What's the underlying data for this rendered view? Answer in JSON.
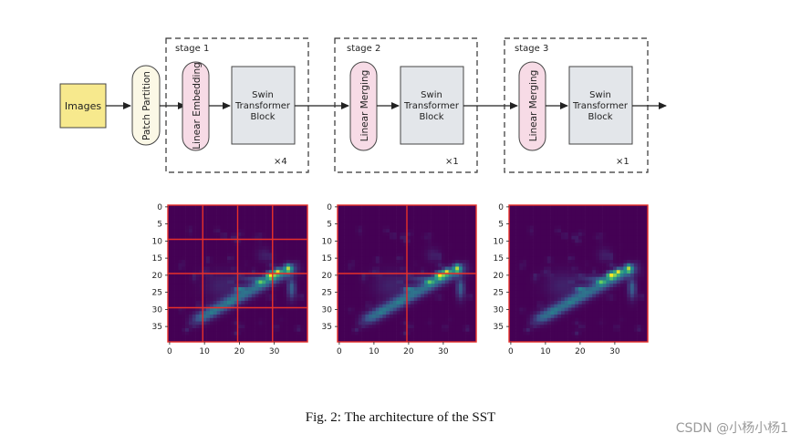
{
  "diagram": {
    "input": "Images",
    "partition": "Patch Partition",
    "stages": [
      {
        "label": "stage 1",
        "pill": "Linear Embedding",
        "block": [
          "Swin",
          "Transformer",
          "Block"
        ],
        "repeat": "×4"
      },
      {
        "label": "stage 2",
        "pill": "Linear Merging",
        "block": [
          "Swin",
          "Transformer",
          "Block"
        ],
        "repeat": "×1"
      },
      {
        "label": "stage 3",
        "pill": "Linear Merging",
        "block": [
          "Swin",
          "Transformer",
          "Block"
        ],
        "repeat": "×1"
      }
    ]
  },
  "heatmaps": {
    "y_ticks": [
      "0",
      "5",
      "10",
      "15",
      "20",
      "25",
      "30",
      "35"
    ],
    "x_ticks": [
      "0",
      "10",
      "20",
      "30"
    ],
    "panels": [
      {
        "grid_lines": [
          10,
          20,
          30
        ]
      },
      {
        "grid_lines": [
          20
        ]
      },
      {
        "grid_lines": []
      }
    ]
  },
  "caption": "Fig. 2: The architecture of the SST",
  "watermark": "CSDN @小杨小杨1"
}
